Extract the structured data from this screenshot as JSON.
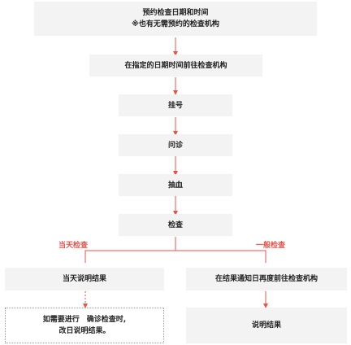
{
  "flow": {
    "step1": {
      "line1": "预约检查日期和时间",
      "line2": "※也有无需预约的检查机构"
    },
    "step2": "在指定的日期时间前往检查机构",
    "step3": "挂号",
    "step4": "问诊",
    "step5": "抽血",
    "step6": "检查",
    "branch_left": {
      "label": "当天检查",
      "result": "当天说明结果",
      "note": {
        "line1": "如需要进行　确诊检查时,",
        "line2": "改日说明结果。"
      }
    },
    "branch_right": {
      "label": "一般检查",
      "revisit": "在结果通知日再度前往检查机构",
      "result": "说明结果"
    }
  },
  "colors": {
    "accent": "#e8534a",
    "box": "#f3f3f3"
  }
}
